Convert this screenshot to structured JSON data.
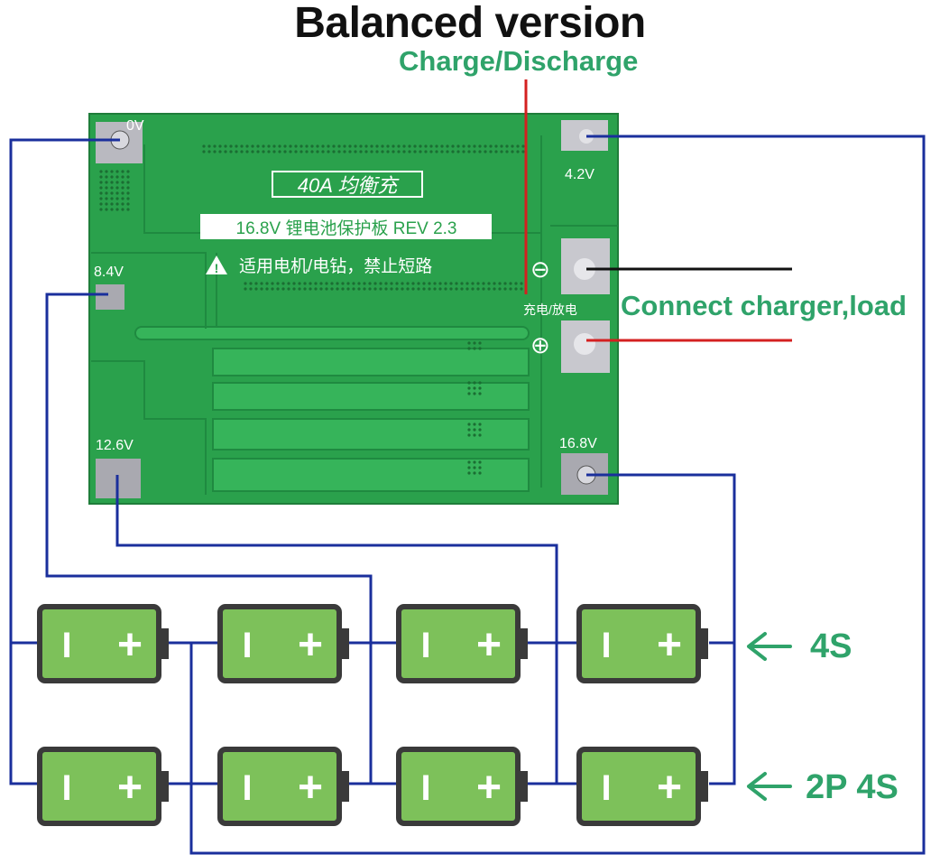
{
  "title": "Balanced version",
  "labels": {
    "charge_discharge": "Charge/Discharge",
    "connect": "Connect charger,load",
    "four_s": "4S",
    "two_p_four_s": "2P 4S"
  },
  "pcb": {
    "badge": "40A 均衡充",
    "name": "16.8V 锂电池保护板 REV 2.3",
    "warning": "适用电机/电钻，禁止短路",
    "pad_0v": "0V",
    "pad_4_2v": "4.2V",
    "pad_8_4v": "8.4V",
    "pad_12_6v": "12.6V",
    "pad_16_8v": "16.8V",
    "minus_symbol": "⊖",
    "plus_symbol": "⊕",
    "charge_discharge_cn": "充电/放电"
  },
  "battery": {
    "minus": "I",
    "plus": "+"
  },
  "colors": {
    "wire_blue": "#1a2f9c",
    "wire_red": "#d42020",
    "wire_black": "#111111",
    "pcb_green": "#2aa14c",
    "battery_green": "#7dc15a",
    "battery_border": "#3a3a3a",
    "label_green": "#2fa36a"
  }
}
